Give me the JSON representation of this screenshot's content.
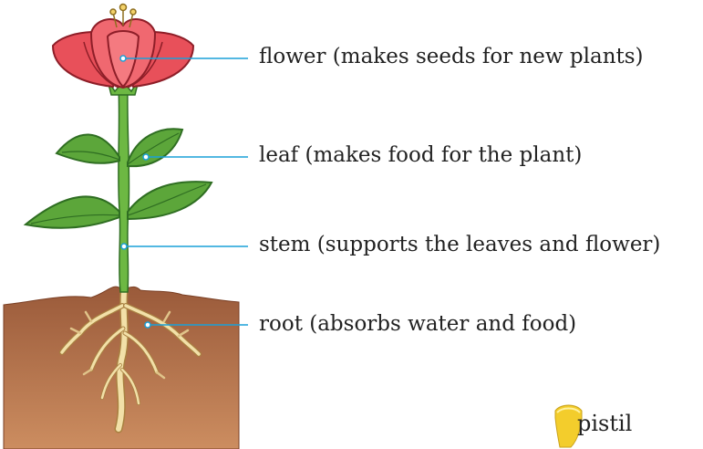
{
  "labels": {
    "flower": "flower (makes seeds for new plants)",
    "leaf": "leaf (makes food for the plant)",
    "stem": "stem (supports the leaves and flower)",
    "root": "root (absorbs water and food)",
    "pistil": "pistil"
  },
  "colors": {
    "soil_top": "#9a5a3a",
    "soil_bottom": "#c88a5e",
    "petal": "#e8505a",
    "petal_light": "#f47a80",
    "leaf": "#5ca63a",
    "leaf_dark": "#2f6e22",
    "stem": "#6db843",
    "root": "#f0dca0",
    "leader_line": "#1aa0d8",
    "pistil_icon": "#f3cd2c"
  }
}
